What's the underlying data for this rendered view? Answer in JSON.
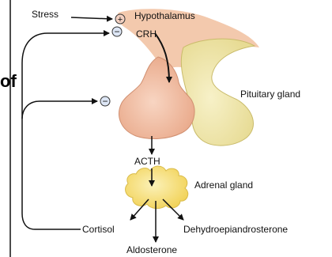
{
  "diagram": {
    "labels": {
      "stress": "Stress",
      "hypothalamus": "Hypothalamus",
      "crh": "CRH",
      "pituitary": "Pituitary gland",
      "acth": "ACTH",
      "adrenal": "Adrenal gland",
      "cortisol": "Cortisol",
      "dhea": "Dehydroepiandrosterone",
      "aldosterone": "Aldosterone"
    },
    "signs": {
      "stress_effect": "+",
      "inhibit_hypothalamus": "−",
      "inhibit_pituitary": "−"
    },
    "cropped_edge_text": "of",
    "colors": {
      "hypothalamus": "#f3c9ad",
      "pituitary_anterior": "#f0b9a0",
      "pituitary_posterior": "#f1eab6",
      "adrenal": "#f7e37d",
      "outline": "#333333"
    }
  }
}
